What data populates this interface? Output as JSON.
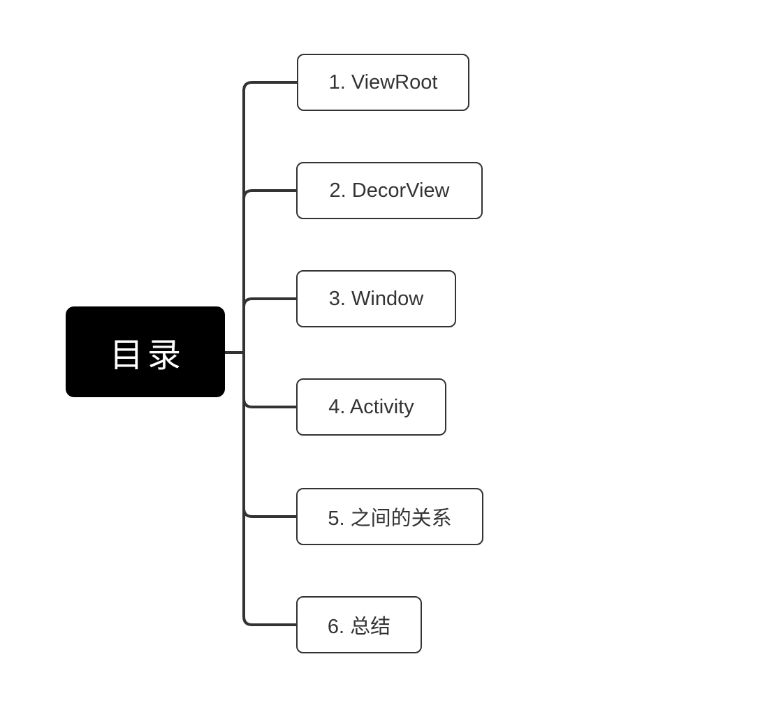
{
  "diagram": {
    "title": "目录",
    "root": {
      "label": "目录"
    },
    "nodes": [
      {
        "label": "1. ViewRoot"
      },
      {
        "label": "2. DecorView"
      },
      {
        "label": "3. Window"
      },
      {
        "label": "4. Activity"
      },
      {
        "label": "5. 之间的关系"
      },
      {
        "label": "6. 总结"
      }
    ],
    "colors": {
      "background": "#ffffff",
      "root_bg": "#000000",
      "root_text": "#ffffff",
      "node_bg": "#ffffff",
      "node_border": "#333333",
      "node_text": "#333333",
      "connector_line": "#333333"
    }
  }
}
